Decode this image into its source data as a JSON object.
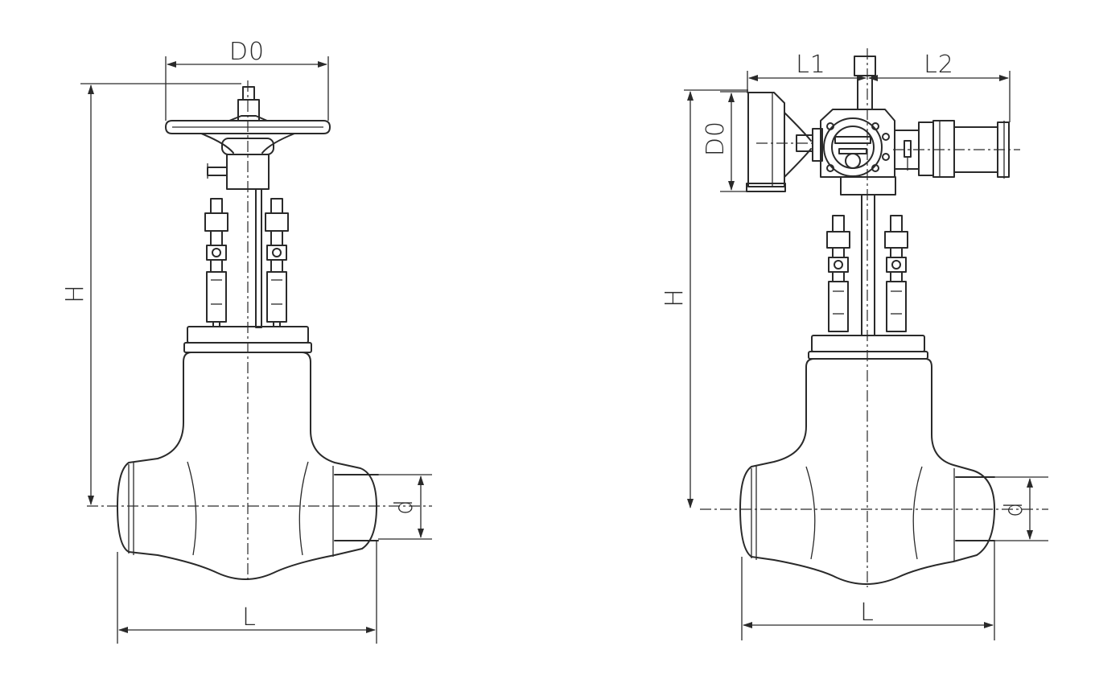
{
  "manual_valve": {
    "labels": {
      "handwheel_diameter": "D0",
      "height": "H",
      "length": "L",
      "bore": "d"
    }
  },
  "electric_valve": {
    "labels": {
      "left_extent": "L1",
      "right_extent": "L2",
      "handwheel_diameter": "D0",
      "height": "H",
      "length": "L",
      "bore": "d"
    }
  },
  "colors": {
    "line": "#2a2a2a",
    "background": "#ffffff"
  }
}
